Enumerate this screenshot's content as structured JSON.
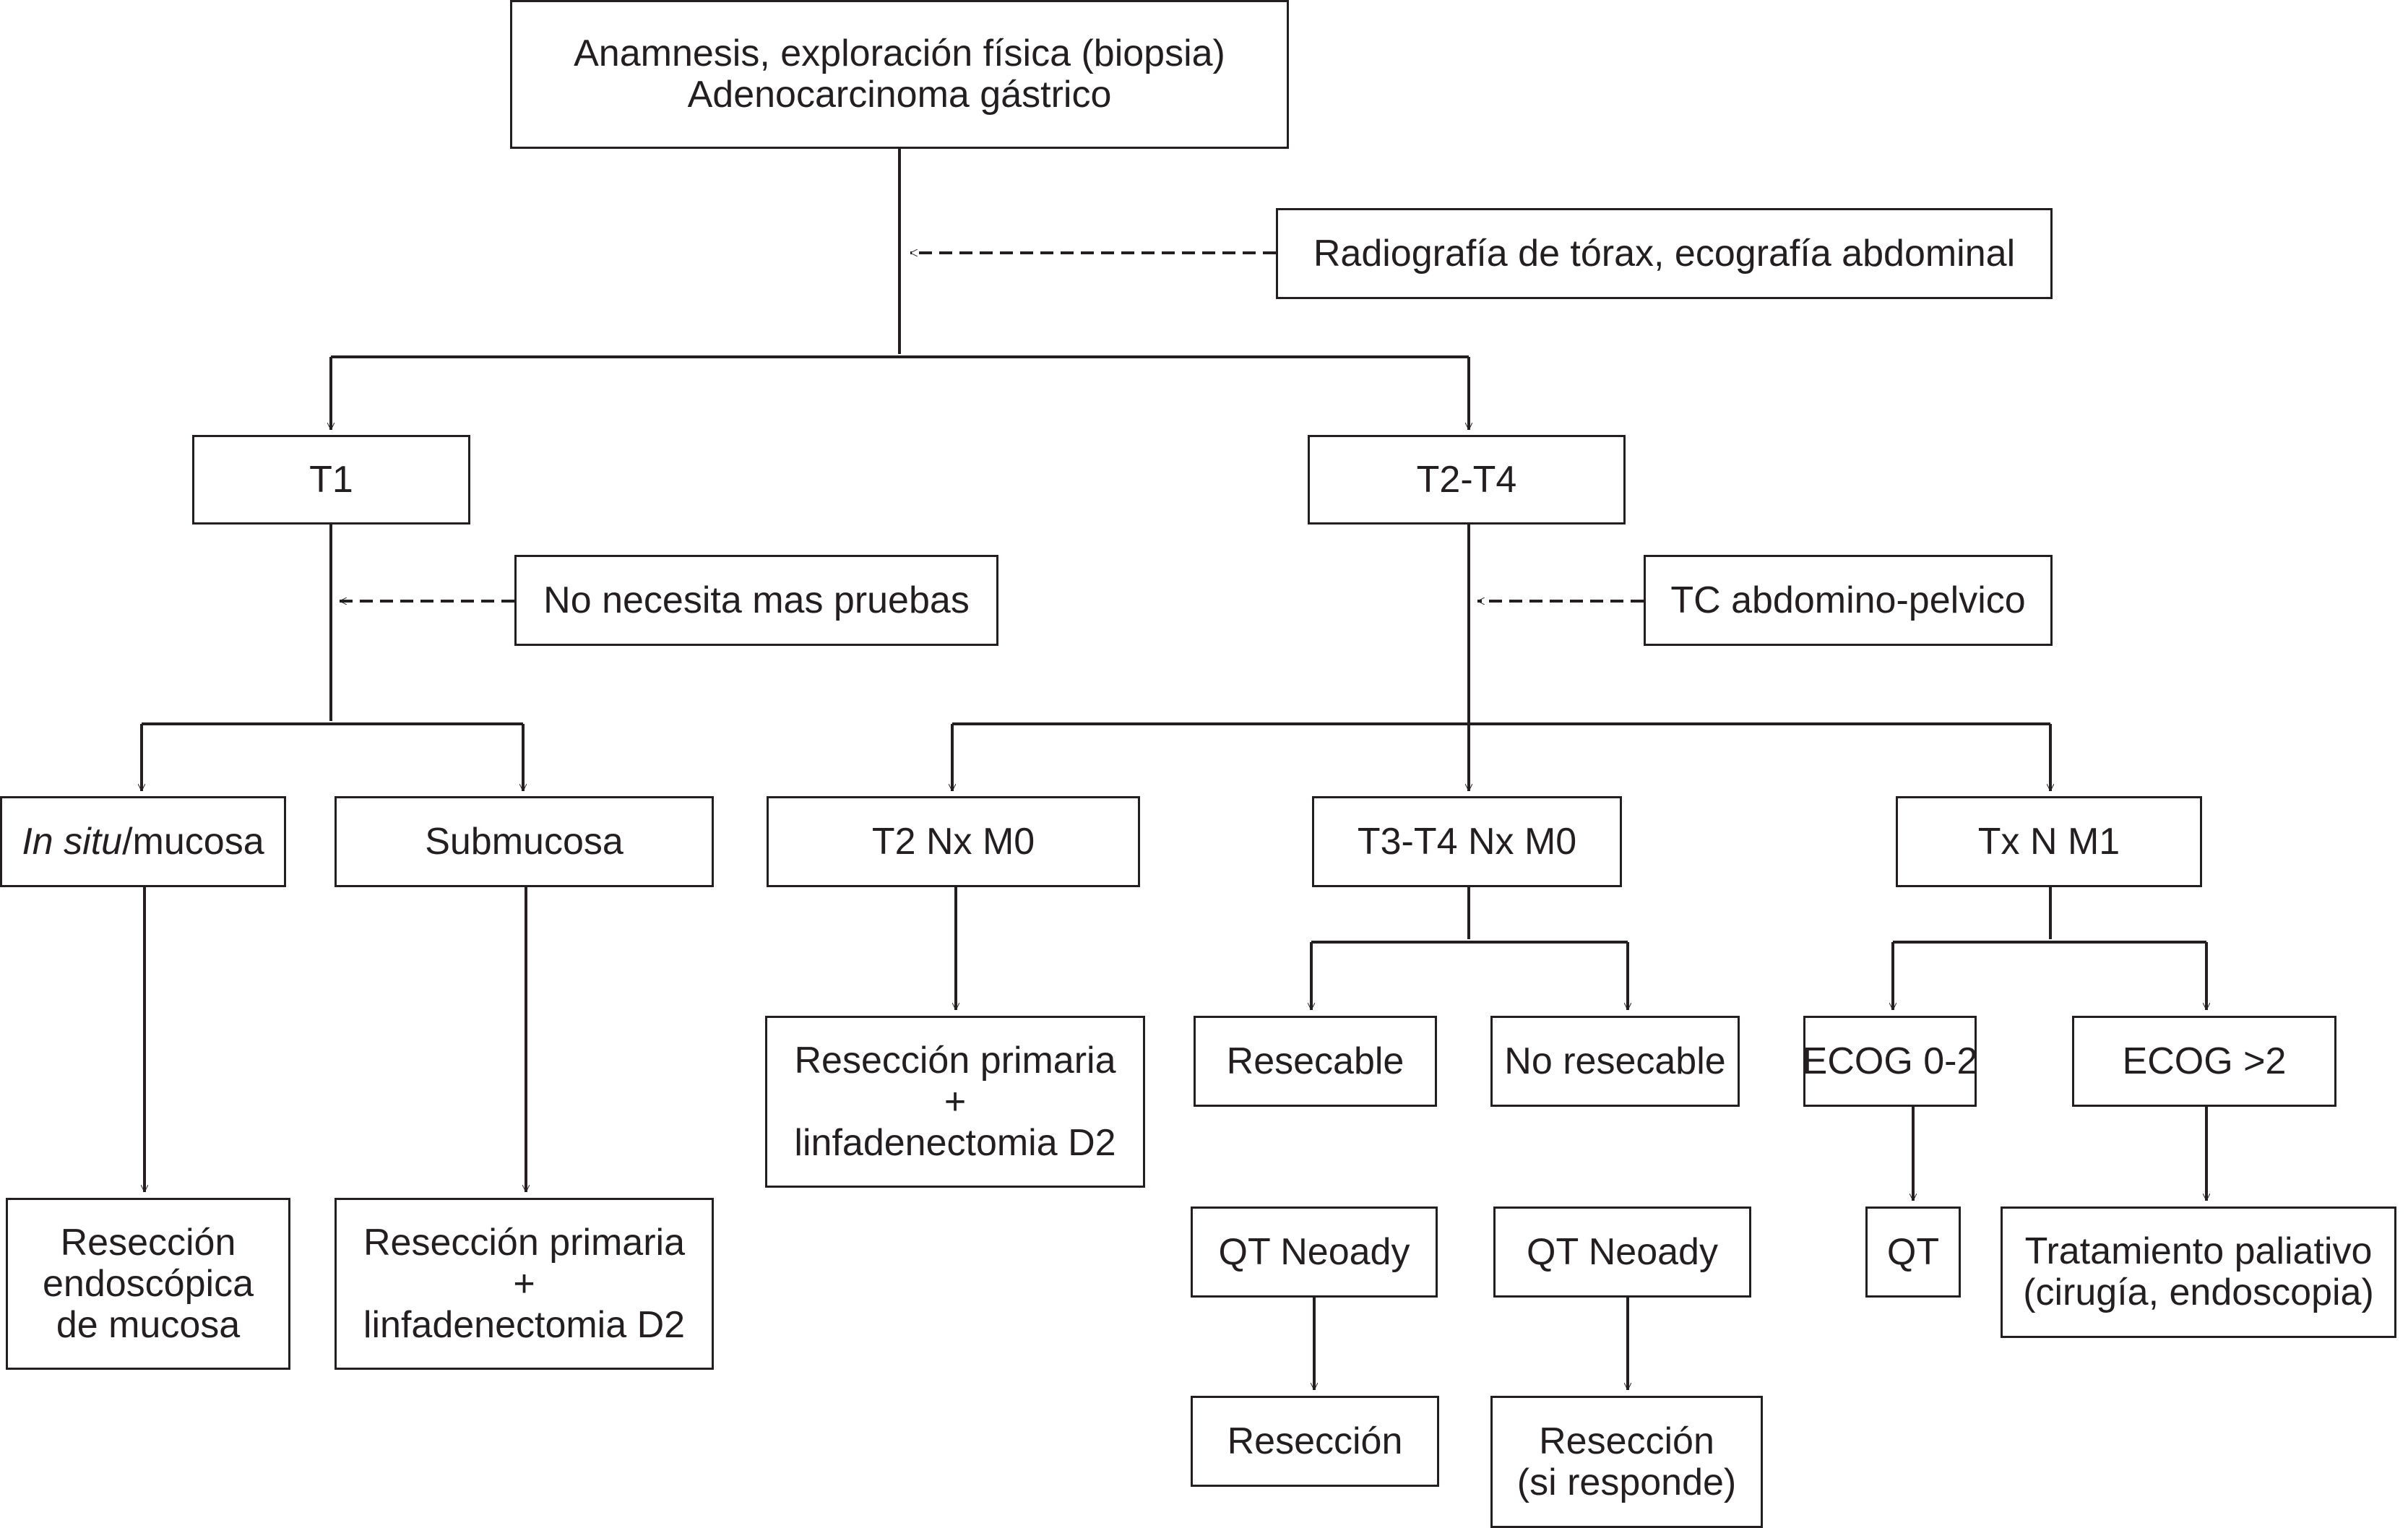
{
  "colors": {
    "line": "#231f20",
    "background": "#ffffff"
  },
  "nodes": {
    "root": [
      "Anamnesis, exploración física (biopsia)",
      "Adenocarcinoma gástrico"
    ],
    "note_radiografia": "Radiografía de tórax, ecografía abdominal",
    "t1": "T1",
    "t2_t4": "T2-T4",
    "note_no_pruebas": "No necesita mas pruebas",
    "note_tc": "TC abdomino-pelvico",
    "in_situ": {
      "italic": "In situ",
      "rest": "/mucosa"
    },
    "submucosa": "Submucosa",
    "t2_nx_m0": "T2 Nx M0",
    "t3_t4_nx_m0": "T3-T4 Nx M0",
    "tx_n_m1": "Tx N M1",
    "reseccion_endoscopica": [
      "Resección",
      "endoscópica",
      "de mucosa"
    ],
    "reseccion_primaria_sub": [
      "Resección primaria",
      "+",
      "linfadenectomia D2"
    ],
    "reseccion_primaria_t2": [
      "Resección primaria",
      "+",
      "linfadenectomia D2"
    ],
    "resecable": "Resecable",
    "no_resecable": "No resecable",
    "ecog_0_2": "ECOG 0-2",
    "ecog_gt2": "ECOG >2",
    "qt_neoady_1": "QT Neoady",
    "qt_neoady_2": "QT Neoady",
    "qt": "QT",
    "tratamiento_paliativo": [
      "Tratamiento paliativo",
      "(cirugía, endoscopia)"
    ],
    "reseccion": "Resección",
    "reseccion_si_responde": [
      "Resección",
      "(si responde)"
    ]
  }
}
